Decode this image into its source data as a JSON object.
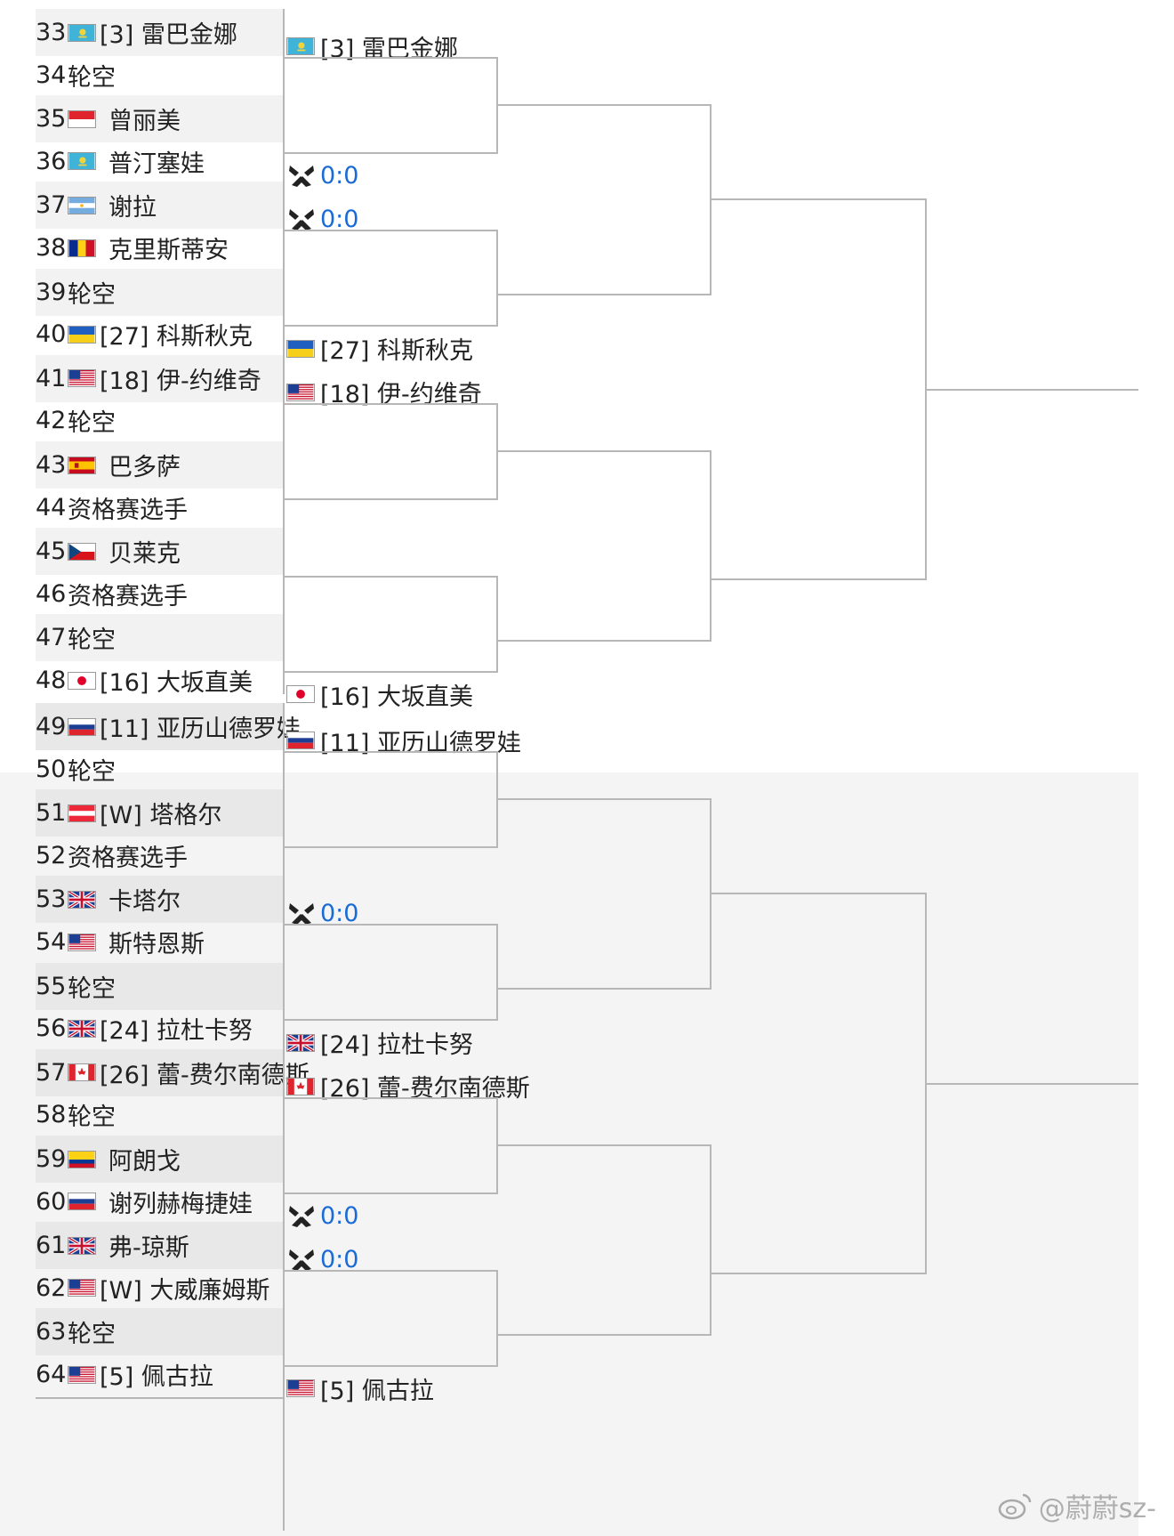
{
  "colors": {
    "link_blue": "#1b6bd6",
    "line": "#b7b7b7",
    "row_alt": "#f2f2f2"
  },
  "round1": [
    {
      "num": "33",
      "flag": "kaz-flag",
      "name": "[3] 雷巴金娜",
      "seeded": true
    },
    {
      "num": "34",
      "flag": "",
      "name": "轮空",
      "seeded": true
    },
    {
      "num": "35",
      "flag": "indonesia-flag",
      "name": "曾丽美",
      "seeded": false
    },
    {
      "num": "36",
      "flag": "kaz-flag",
      "name": "普汀塞娃",
      "seeded": false
    },
    {
      "num": "37",
      "flag": "argentina-flag",
      "name": "谢拉",
      "seeded": false
    },
    {
      "num": "38",
      "flag": "romania-flag",
      "name": "克里斯蒂安",
      "seeded": false
    },
    {
      "num": "39",
      "flag": "",
      "name": "轮空",
      "seeded": true
    },
    {
      "num": "40",
      "flag": "ukraine-flag",
      "name": "[27] 科斯秋克",
      "seeded": true
    },
    {
      "num": "41",
      "flag": "usa-flag",
      "name": "[18] 伊-约维奇",
      "seeded": true
    },
    {
      "num": "42",
      "flag": "",
      "name": "轮空",
      "seeded": true
    },
    {
      "num": "43",
      "flag": "spain-flag",
      "name": "巴多萨",
      "seeded": false
    },
    {
      "num": "44",
      "flag": "",
      "name": "资格赛选手",
      "seeded": true
    },
    {
      "num": "45",
      "flag": "czech-flag",
      "name": "贝莱克",
      "seeded": false
    },
    {
      "num": "46",
      "flag": "",
      "name": "资格赛选手",
      "seeded": true
    },
    {
      "num": "47",
      "flag": "",
      "name": "轮空",
      "seeded": true
    },
    {
      "num": "48",
      "flag": "japan-flag",
      "name": "[16] 大坂直美",
      "seeded": true
    },
    {
      "num": "49",
      "flag": "russia-flag",
      "name": "[11] 亚历山德罗娃",
      "seeded": true
    },
    {
      "num": "50",
      "flag": "",
      "name": "轮空",
      "seeded": true
    },
    {
      "num": "51",
      "flag": "austria-flag",
      "name": "[W] 塔格尔",
      "seeded": true
    },
    {
      "num": "52",
      "flag": "",
      "name": "资格赛选手",
      "seeded": true
    },
    {
      "num": "53",
      "flag": "uk-flag",
      "name": "卡塔尔",
      "seeded": false
    },
    {
      "num": "54",
      "flag": "usa-flag",
      "name": "斯特恩斯",
      "seeded": false
    },
    {
      "num": "55",
      "flag": "",
      "name": "轮空",
      "seeded": true
    },
    {
      "num": "56",
      "flag": "uk-flag",
      "name": "[24] 拉杜卡努",
      "seeded": true
    },
    {
      "num": "57",
      "flag": "canada-flag",
      "name": "[26] 蕾-费尔南德斯",
      "seeded": true
    },
    {
      "num": "58",
      "flag": "",
      "name": "轮空",
      "seeded": true
    },
    {
      "num": "59",
      "flag": "colombia-flag",
      "name": "阿朗戈",
      "seeded": false
    },
    {
      "num": "60",
      "flag": "russia-flag",
      "name": "谢列赫梅捷娃",
      "seeded": false
    },
    {
      "num": "61",
      "flag": "uk-flag",
      "name": "弗-琼斯",
      "seeded": false
    },
    {
      "num": "62",
      "flag": "usa-flag",
      "name": "[W] 大威廉姆斯",
      "seeded": true
    },
    {
      "num": "63",
      "flag": "",
      "name": "轮空",
      "seeded": true
    },
    {
      "num": "64",
      "flag": "usa-flag",
      "name": "[5] 佩古拉",
      "seeded": true
    }
  ],
  "round2": [
    {
      "flag": "kaz-flag",
      "text": "[3] 雷巴金娜",
      "is_score": false
    },
    {
      "flag": "match-icon",
      "text": "0:0",
      "is_score": true
    },
    {
      "flag": "match-icon",
      "text": "0:0",
      "is_score": true
    },
    {
      "flag": "ukraine-flag",
      "text": "[27] 科斯秋克",
      "is_score": false
    },
    {
      "flag": "usa-flag",
      "text": "[18] 伊-约维奇",
      "is_score": false
    },
    {
      "flag": "",
      "text": "",
      "is_score": false
    },
    {
      "flag": "",
      "text": "",
      "is_score": false
    },
    {
      "flag": "japan-flag",
      "text": "[16] 大坂直美",
      "is_score": false
    },
    {
      "flag": "russia-flag",
      "text": "[11] 亚历山德罗娃",
      "is_score": false
    },
    {
      "flag": "",
      "text": "",
      "is_score": false
    },
    {
      "flag": "match-icon",
      "text": "0:0",
      "is_score": true
    },
    {
      "flag": "uk-flag",
      "text": "[24] 拉杜卡努",
      "is_score": false
    },
    {
      "flag": "canada-flag",
      "text": "[26] 蕾-费尔南德斯",
      "is_score": false
    },
    {
      "flag": "match-icon",
      "text": "0:0",
      "is_score": true
    },
    {
      "flag": "match-icon",
      "text": "0:0",
      "is_score": true
    },
    {
      "flag": "usa-flag",
      "text": "[5] 佩古拉",
      "is_score": false
    }
  ],
  "watermark": "@蔚蔚sz-"
}
